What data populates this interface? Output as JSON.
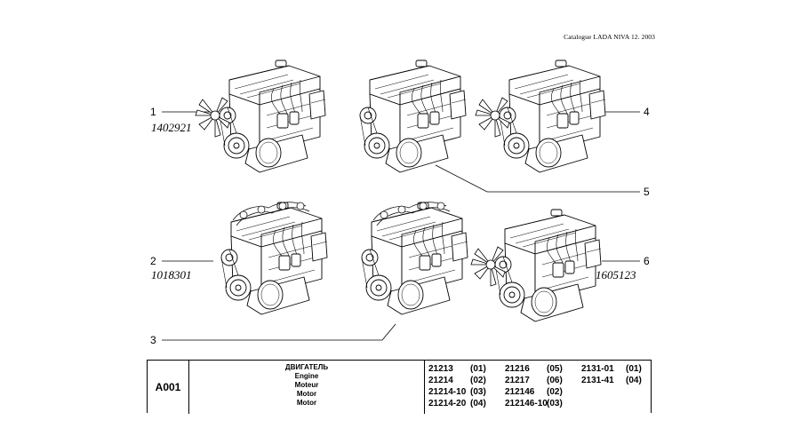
{
  "header": {
    "catalogue": "Catalogue LADA NIVA 12. 2003"
  },
  "callouts": {
    "c1": "1",
    "c2": "2",
    "c3": "3",
    "c4": "4",
    "c5": "5",
    "c6": "6"
  },
  "part_numbers": {
    "p1": "1402921",
    "p2": "1018301",
    "p6": "1605123"
  },
  "table": {
    "code": "A001",
    "names": [
      "ДВИГАТЕЛЬ",
      "Engine",
      "Moteur",
      "Motor",
      "Motor"
    ],
    "models": {
      "col1": [
        {
          "code": "21213",
          "variant": "(01)"
        },
        {
          "code": "21214",
          "variant": "(02)"
        },
        {
          "code": "21214-10",
          "variant": "(03)"
        },
        {
          "code": "21214-20",
          "variant": "(04)"
        }
      ],
      "col2": [
        {
          "code": "21216",
          "variant": "(05)"
        },
        {
          "code": "21217",
          "variant": "(06)"
        },
        {
          "code": "212146",
          "variant": "(02)"
        },
        {
          "code": "212146-10",
          "variant": "(03)"
        }
      ],
      "col3": [
        {
          "code": "2131-01",
          "variant": "(01)"
        },
        {
          "code": "2131-41",
          "variant": "(04)"
        }
      ]
    }
  }
}
